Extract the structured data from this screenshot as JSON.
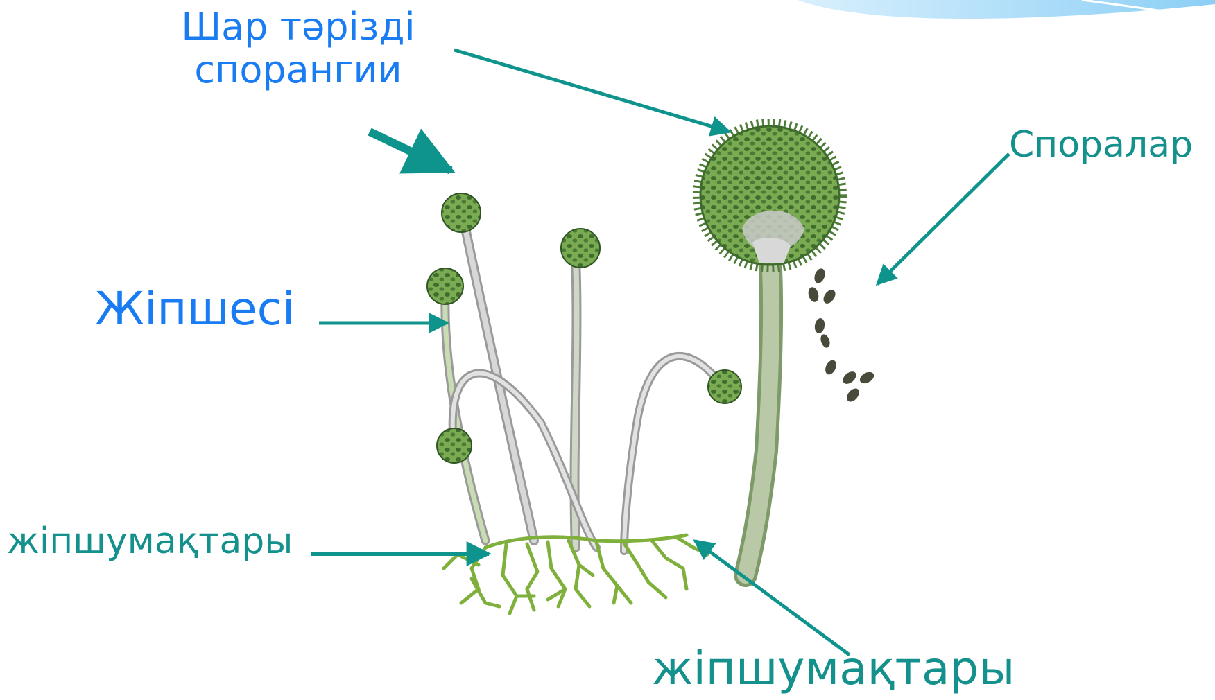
{
  "labels": {
    "sporangia": "Шар тәрізді спорангии",
    "spores": "Споралар",
    "hypha": "Жіпшесі",
    "rhizoids_left": "жіпшумақтары",
    "rhizoids_bottom": "жіпшумақтары"
  },
  "colors": {
    "label_blue": "#1a7cf2",
    "label_teal": "#14918c",
    "arrow": "#0e948d",
    "sporangium_fill": "#6fa04a",
    "sporangium_dots": "#3d6b2c",
    "stalk": "#bdbdbd",
    "rhizoid": "#8fbf4a",
    "spore": "#4a4a3a",
    "sky_decoration": "#bfe4fb"
  }
}
